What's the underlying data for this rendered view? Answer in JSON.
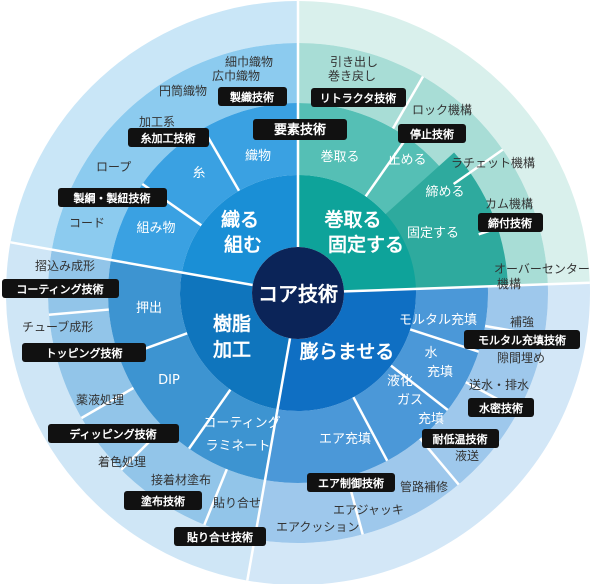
{
  "colors": {
    "background": "#ffffff",
    "core": "#0b2458",
    "badge_bg": "#111111",
    "badge_text": "#ffffff",
    "ring_text": "#ffffff",
    "outer_text": "#333333",
    "divider": "#ffffff",
    "weave": {
      "inner": "#1a8fd6",
      "mid": "#3aa1e2",
      "outer": "#8ccbef",
      "rim": "#c9e6f7"
    },
    "wind": {
      "inner": "#0ea39a",
      "mid": "#55bfb5",
      "mid2": "#2eaa9e",
      "outer": "#a8ddd6",
      "rim": "#d9f0ec"
    },
    "expand": {
      "inner": "#0f6fc3",
      "mid": "#4b98d8",
      "outer": "#9ec8ec",
      "rim": "#d3e7f7"
    },
    "resin": {
      "inner": "#0f75bd",
      "mid": "#3d94d1",
      "outer": "#92c5e9",
      "rim": "#cfe6f6"
    }
  },
  "center": {
    "label": "コア技術"
  },
  "sectors": {
    "weave": {
      "title_lines": [
        "織る",
        "組む"
      ]
    },
    "wind": {
      "title_lines": [
        "巻取る",
        "固定する"
      ]
    },
    "expand": {
      "title_lines": [
        "膨らませる"
      ]
    },
    "resin": {
      "title_lines": [
        "樹脂",
        "加工"
      ]
    }
  },
  "ring_labels": {
    "weave": {
      "orimono": "織物",
      "ito": "糸",
      "kumimono": "組み物"
    },
    "wind": {
      "makitoru": "巻取る",
      "tomeru": "止める",
      "shimeru": "締める",
      "koteisuru": "固定する"
    },
    "expand": {
      "mortar": "モルタル充填",
      "water": [
        "水",
        "充填"
      ],
      "gas": [
        "液化",
        "ガス",
        "充填"
      ],
      "air": "エア充填"
    },
    "resin": {
      "oshidashi": "押出",
      "dip": "DIP",
      "coating": "コーティング",
      "laminate": "ラミネート"
    }
  },
  "outer_labels": {
    "hosohaba": "細巾織物",
    "hirohaba": "広巾織物",
    "entou": "円筒織物",
    "kakoukei": "加工系",
    "rope": "ロープ",
    "cord": "コード",
    "hikidashi": [
      "引き出し",
      "巻き戻し"
    ],
    "lock": "ロック機構",
    "ratchet": "ラチェット機構",
    "cam": "カム機構",
    "overcenter": [
      "オーバーセンター",
      "機構"
    ],
    "hokyou": "補強",
    "sukima": "隙間埋め",
    "soushui": "送水・排水",
    "ekisou": "液送",
    "kanro": "管路補修",
    "airjack": "エアジャッキ",
    "aircushion": "エアクッション",
    "suri": "摺込み成形",
    "tube": "チューブ成形",
    "yakueki": "薬液処理",
    "chakushoku": "着色処理",
    "secchaku": "接着材塗布",
    "hariawase": "貼り合せ"
  },
  "badges": {
    "youso": "要素技術",
    "seishoku": "製織技術",
    "itokakou": "糸加工技術",
    "seimou": "製綱・製紐技術",
    "retractor": "リトラクタ技術",
    "teishi": "停止技術",
    "shimetsuke": "締付技術",
    "mortar_tech": "モルタル充填技術",
    "missui": "水密技術",
    "taiteion": "耐低温技術",
    "air_seigyo": "エア制御技術",
    "coating_tech": "コーティング技術",
    "topping": "トッピング技術",
    "dipping": "ディッピング技術",
    "tofu": "塗布技術",
    "hariawase_tech": "貼り合せ技術"
  }
}
